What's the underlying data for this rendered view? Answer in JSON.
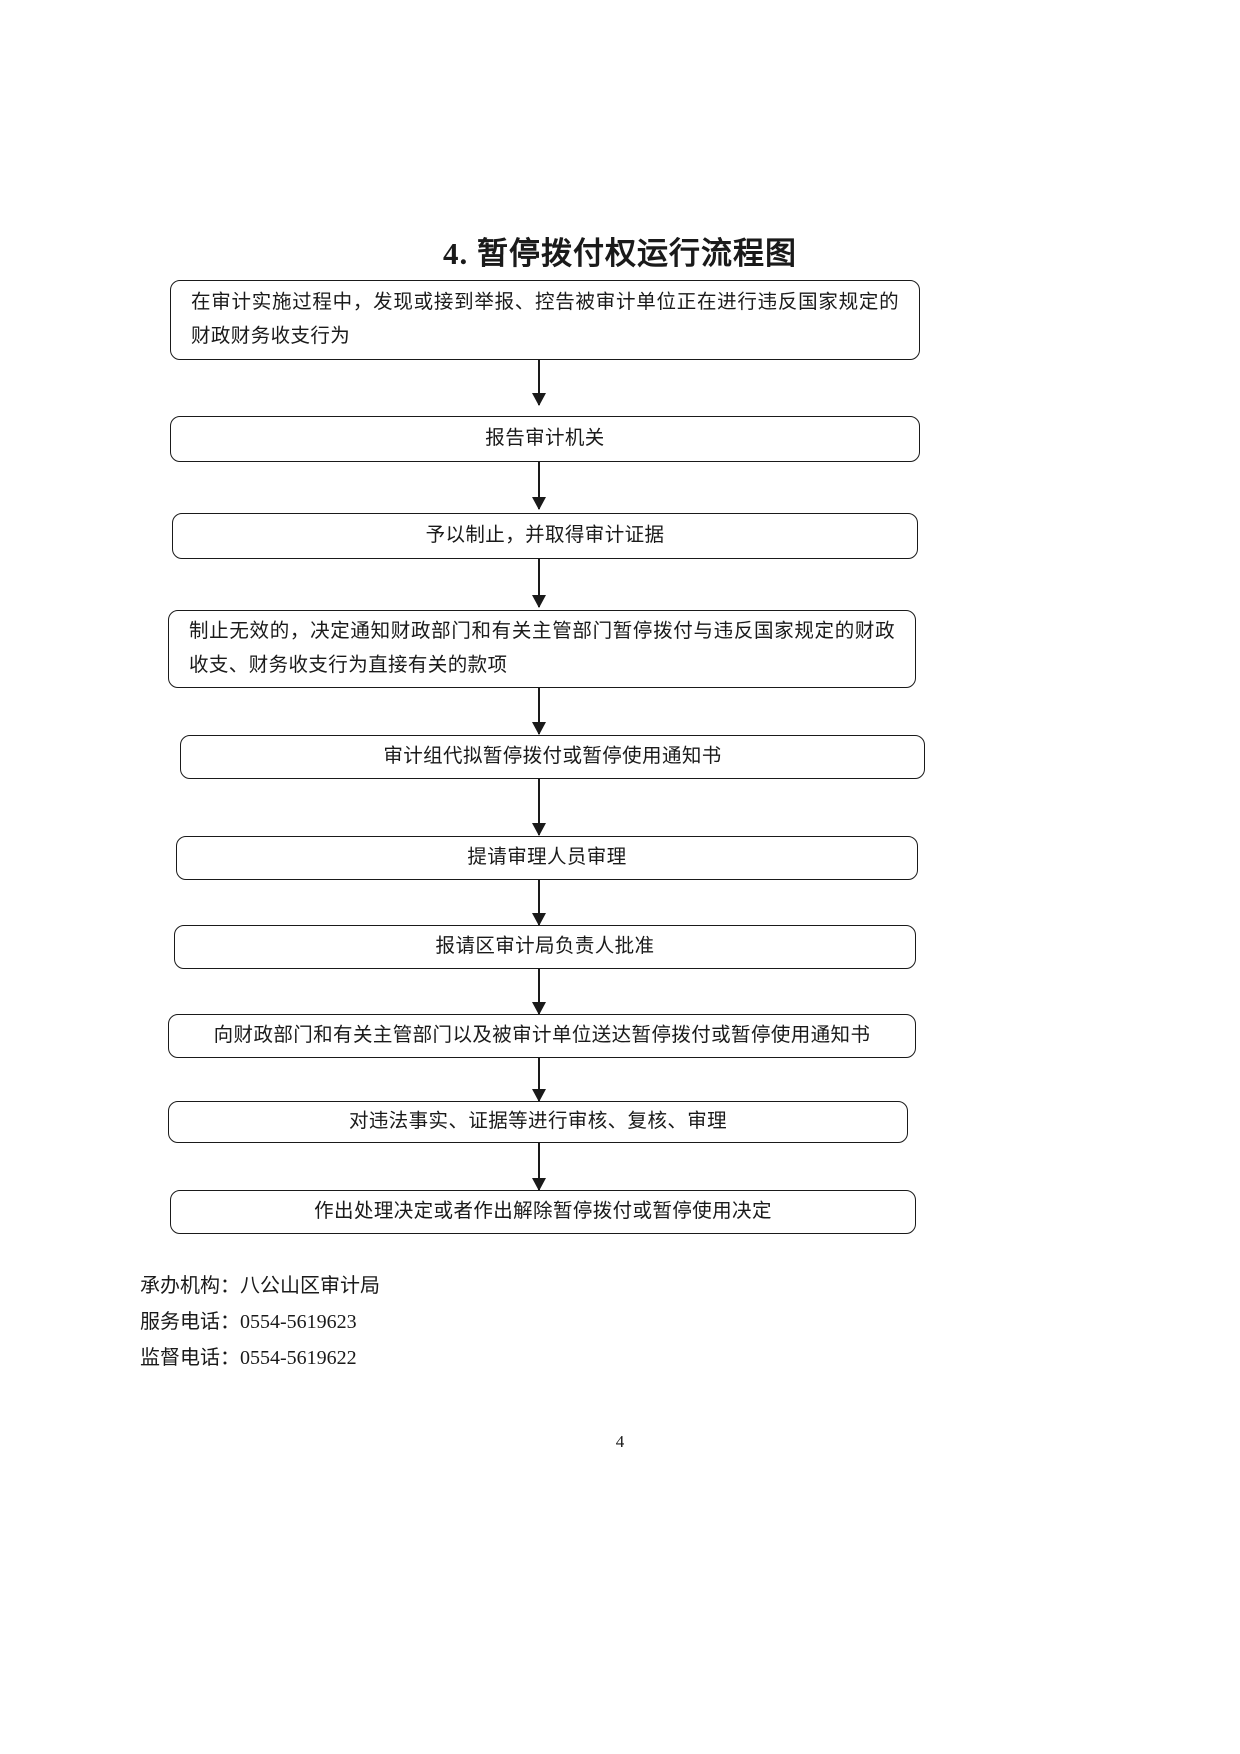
{
  "document": {
    "title": "4. 暂停拨付权运行流程图",
    "page_number": "4"
  },
  "flowchart": {
    "type": "flowchart",
    "orientation": "top-to-bottom",
    "nodes": [
      {
        "id": "n1",
        "label": "在审计实施过程中，发现或接到举报、控告被审计单位正在进行违反国家规定的财政财务收支行为",
        "lines": 2
      },
      {
        "id": "n2",
        "label": "报告审计机关",
        "lines": 1
      },
      {
        "id": "n3",
        "label": "予以制止，并取得审计证据",
        "lines": 1
      },
      {
        "id": "n4",
        "label": "制止无效的，决定通知财政部门和有关主管部门暂停拨付与违反国家规定的财政收支、财务收支行为直接有关的款项",
        "lines": 2
      },
      {
        "id": "n5",
        "label": "审计组代拟暂停拨付或暂停使用通知书",
        "lines": 1
      },
      {
        "id": "n6",
        "label": "提请审理人员审理",
        "lines": 1
      },
      {
        "id": "n7",
        "label": "报请区审计局负责人批准",
        "lines": 1
      },
      {
        "id": "n8",
        "label": "向财政部门和有关主管部门以及被审计单位送达暂停拨付或暂停使用通知书",
        "lines": 1
      },
      {
        "id": "n9",
        "label": "对违法事实、证据等进行审核、复核、审理",
        "lines": 1
      },
      {
        "id": "n10",
        "label": "作出处理决定或者作出解除暂停拨付或暂停使用决定",
        "lines": 1
      }
    ],
    "edges": [
      {
        "from": "n1",
        "to": "n2"
      },
      {
        "from": "n2",
        "to": "n3"
      },
      {
        "from": "n3",
        "to": "n4"
      },
      {
        "from": "n4",
        "to": "n5"
      },
      {
        "from": "n5",
        "to": "n6"
      },
      {
        "from": "n6",
        "to": "n7"
      },
      {
        "from": "n7",
        "to": "n8"
      },
      {
        "from": "n8",
        "to": "n9"
      },
      {
        "from": "n9",
        "to": "n10"
      }
    ]
  },
  "footer": {
    "organization_line": "承办机构：八公山区审计局",
    "service_phone_line": "服务电话：0554-5619623",
    "supervision_phone_line": "监督电话：0554-5619622"
  },
  "colors": {
    "text": "#1a1a1a",
    "border": "#1a1a1a",
    "background": "#ffffff"
  }
}
